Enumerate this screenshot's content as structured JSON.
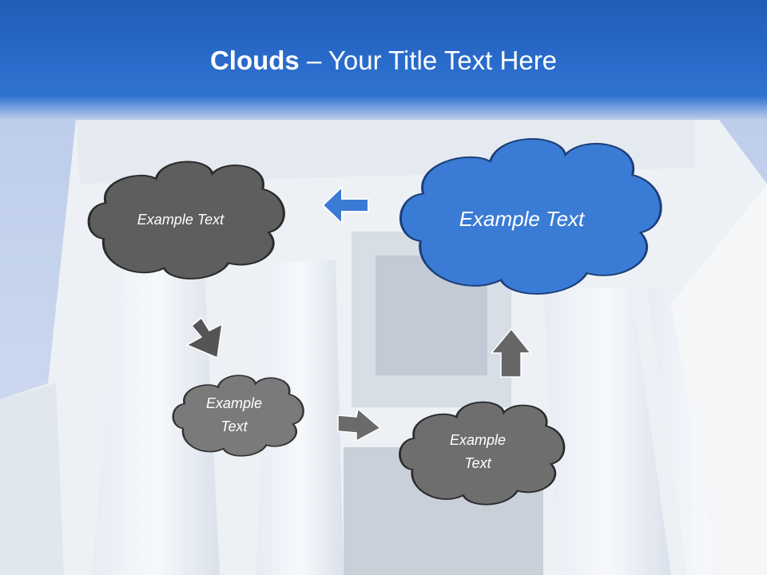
{
  "slide": {
    "title_bold": "Clouds",
    "title_dash": " – ",
    "title_rest": "Your Title Text Here"
  },
  "clouds": {
    "top_left": {
      "text": "Example Text",
      "color": "#5e5e5e"
    },
    "top_right": {
      "text": "Example Text",
      "color": "#3a7bd5"
    },
    "middle_left": {
      "line1": "Example",
      "line2": "Text",
      "color": "#7a7a7a"
    },
    "bottom_right": {
      "line1": "Example",
      "line2": "Text",
      "color": "#6e6e6e"
    }
  },
  "arrows": [
    {
      "name": "arrow-left",
      "color": "#3a7bd5"
    },
    {
      "name": "arrow-down",
      "color": "#555555"
    },
    {
      "name": "arrow-right",
      "color": "#6a6a6a"
    },
    {
      "name": "arrow-up",
      "color": "#666666"
    }
  ],
  "colors": {
    "title_bar": "#2a6ccb",
    "sky": "#b9cbea",
    "building": "#e6eaf0"
  }
}
